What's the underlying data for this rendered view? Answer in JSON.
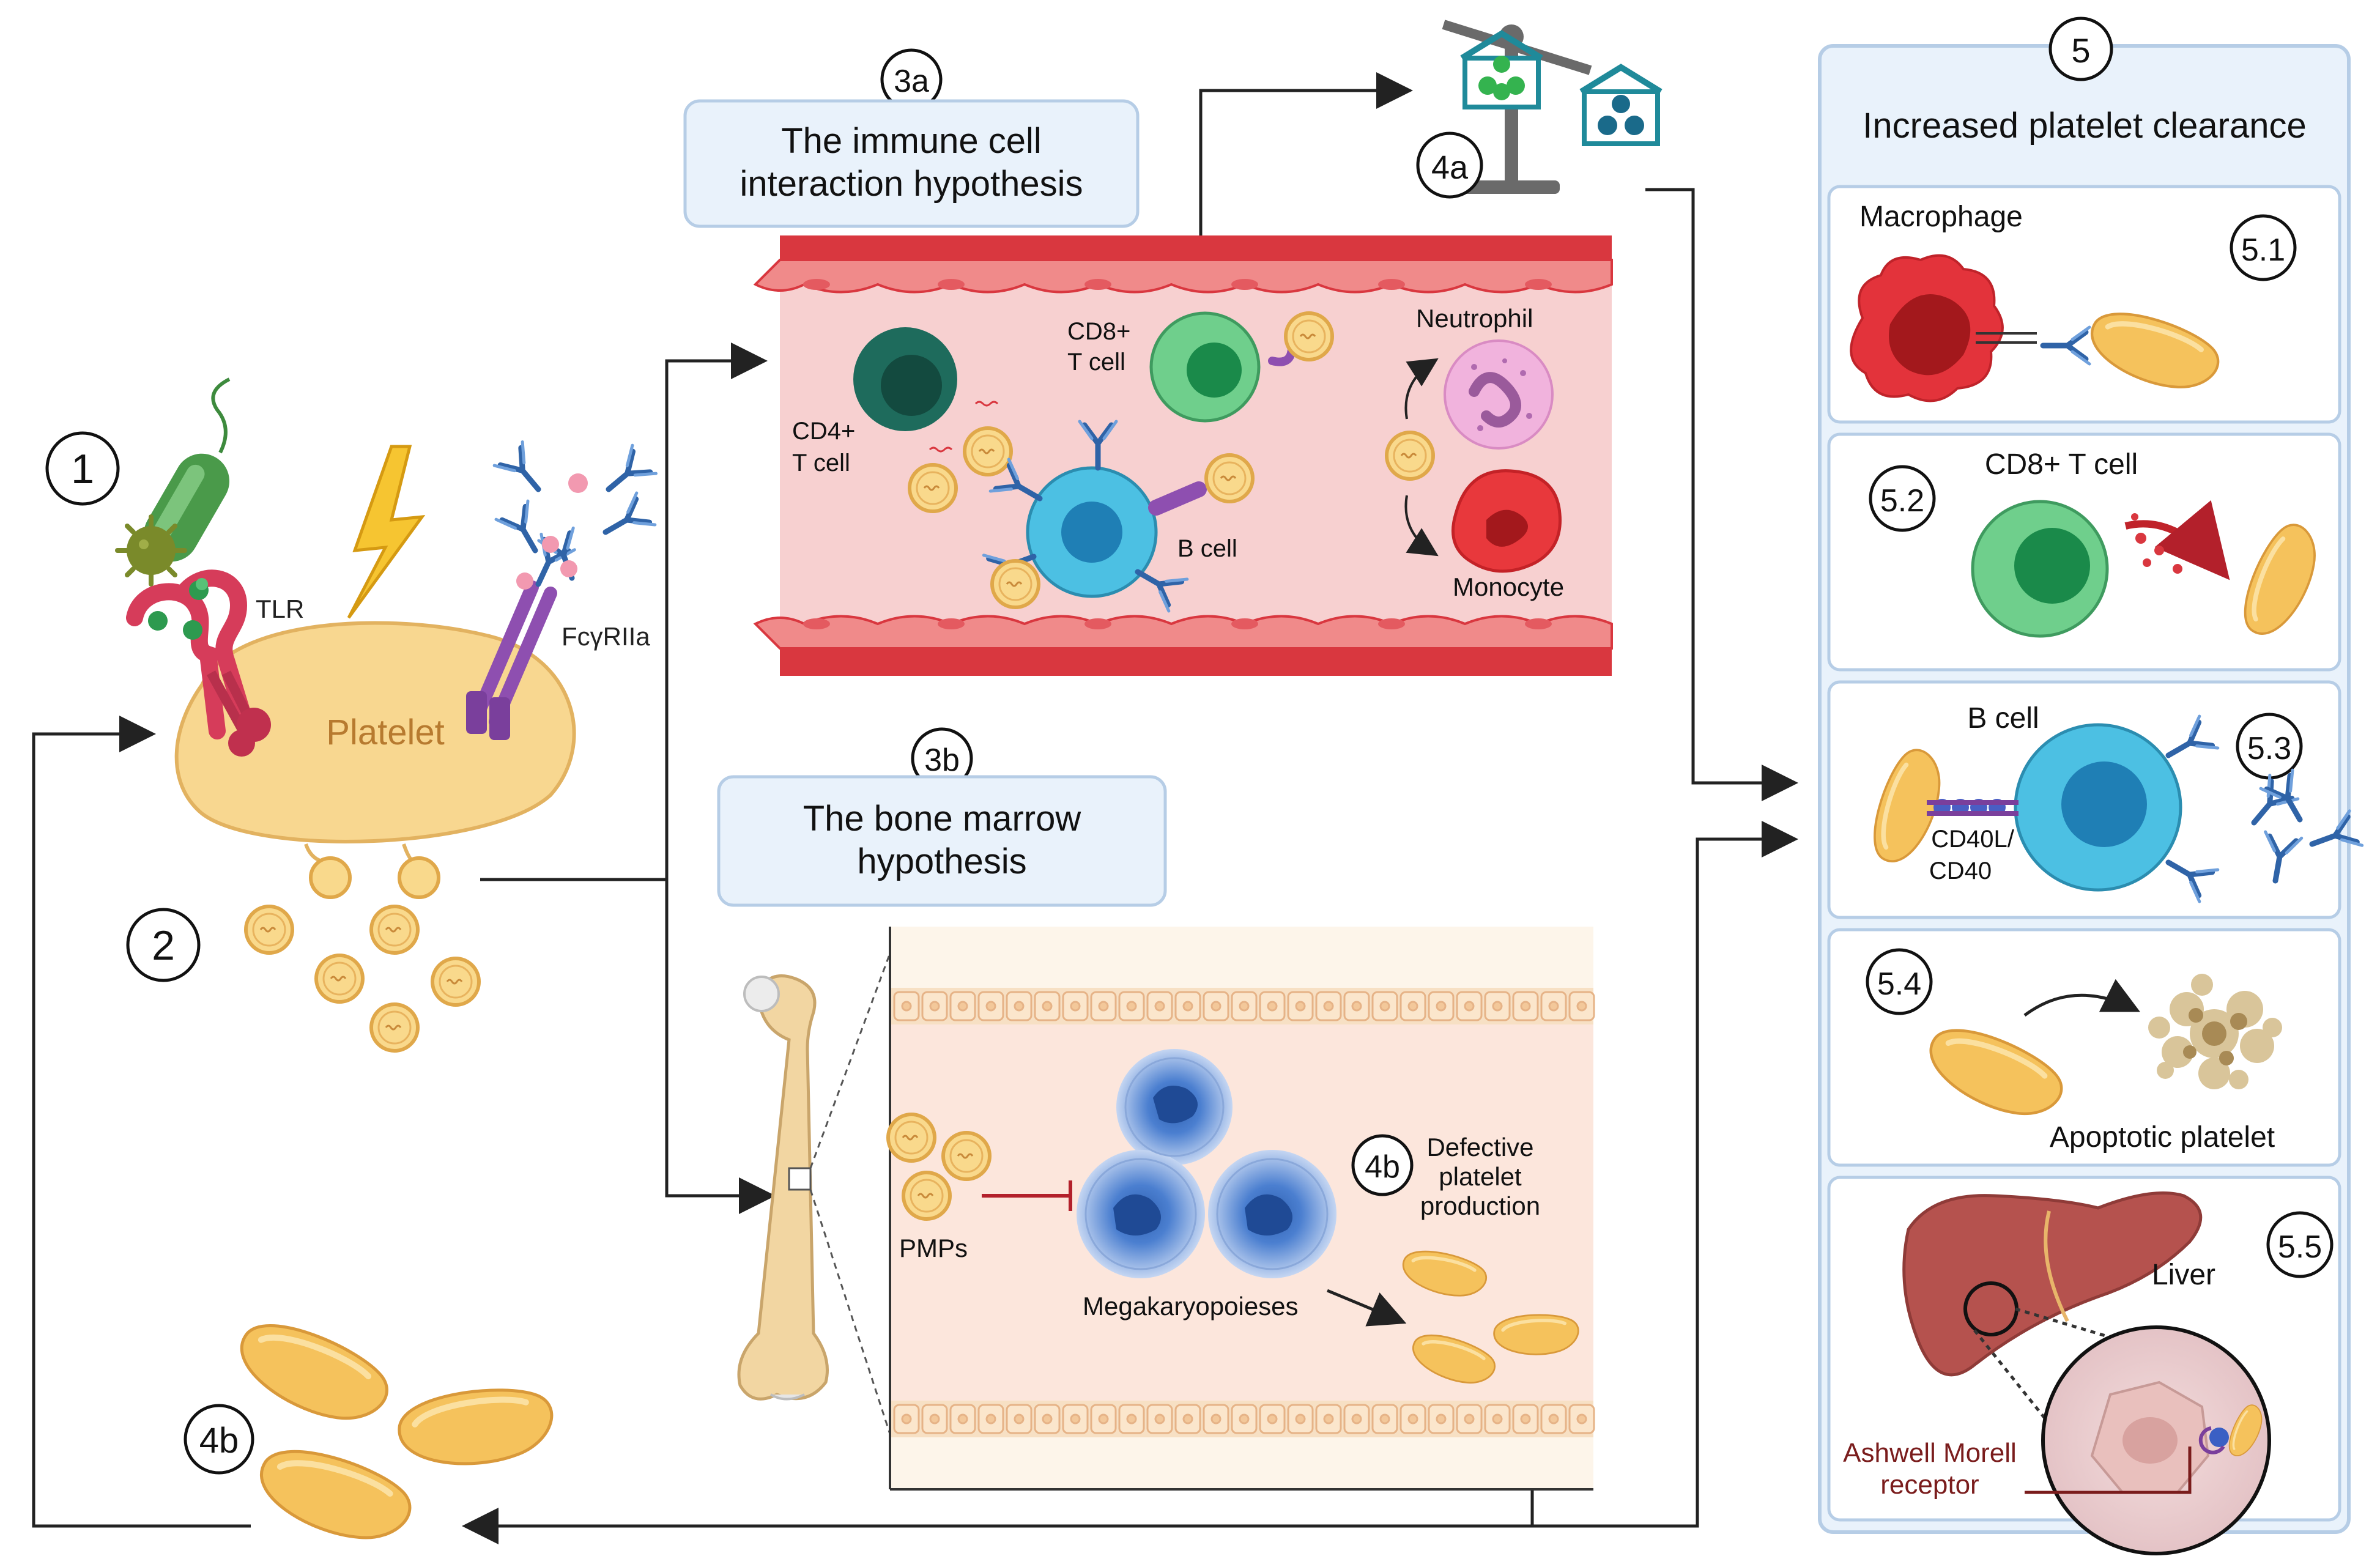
{
  "steps": {
    "s1": "1",
    "s2": "2",
    "s3a": "3a",
    "s3b": "3b",
    "s4a": "4a",
    "s4b_mid": "4b",
    "s4b_bottom": "4b",
    "s5": "5",
    "s5_1": "5.1",
    "s5_2": "5.2",
    "s5_3": "5.3",
    "s5_4": "5.4",
    "s5_5": "5.5"
  },
  "platelet_panel": {
    "platelet": "Platelet",
    "tlr": "TLR",
    "fc_receptor": "FcγRIIa"
  },
  "hypotheses": {
    "immune_line1": "The immune cell",
    "immune_line2": "interaction hypothesis",
    "bone_line1": "The bone marrow",
    "bone_line2": "hypothesis"
  },
  "vessel_labels": {
    "cd4_line1": "CD4+",
    "cd4_line2": "T cell",
    "cd8_line1": "CD8+",
    "cd8_line2": "T cell",
    "b_cell": "B cell",
    "neutrophil": "Neutrophil",
    "monocyte": "Monocyte"
  },
  "marrow_labels": {
    "pmps": "PMPs",
    "megakaryopoieses": "Megakaryopoieses",
    "defective_line1": "Defective",
    "defective_line2": "platelet",
    "defective_line3": "production"
  },
  "clearance": {
    "title": "Increased platelet clearance",
    "macrophage": "Macrophage",
    "cd8": "CD8+ T cell",
    "b_cell": "B cell",
    "cd40l": "CD40L/",
    "cd40": "CD40",
    "apoptotic": "Apoptotic platelet",
    "liver": "Liver",
    "ashwell_line1": "Ashwell Morell",
    "ashwell_line2": "receptor"
  },
  "colors": {
    "platelet_fill": "#f7d48a",
    "platelet_stroke": "#d9a441",
    "vessel_red": "#d9373f",
    "vessel_lumen": "#f7d0d0",
    "box_fill": "#e9f2fb",
    "box_stroke": "#b6cde6",
    "arrow": "#222222"
  }
}
